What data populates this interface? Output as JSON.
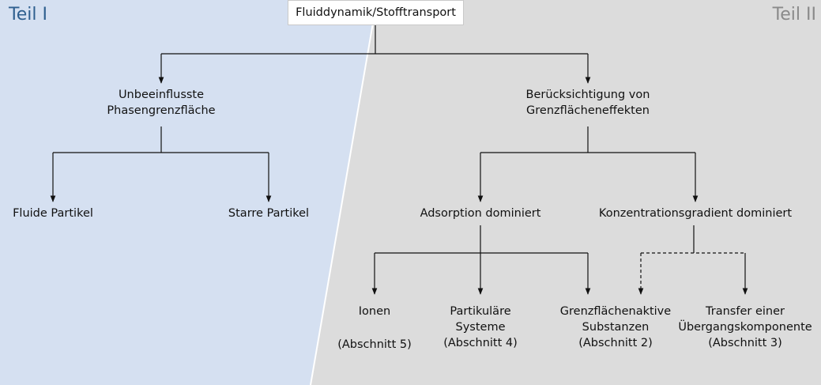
{
  "parts": {
    "left": "Teil I",
    "right": "Teil II"
  },
  "root": "Fluiddynamik/Stofftransport",
  "level1": {
    "left": [
      "Unbeeinflusste",
      "Phasengrenzfläche"
    ],
    "right": [
      "Berücksichtigung von",
      "Grenzflächeneffekten"
    ]
  },
  "level2": {
    "fluide": "Fluide Partikel",
    "starre": "Starre Partikel",
    "adsorption": "Adsorption dominiert",
    "konzentration": "Konzentrationsgradient dominiert"
  },
  "level3": {
    "ionen": {
      "name": "Ionen",
      "ref": "(Abschnitt 5)"
    },
    "partikulaere": {
      "name1": "Partikuläre",
      "name2": "Systeme",
      "ref": "(Abschnitt 4)"
    },
    "grenz": {
      "name1": "Grenzflächenaktive",
      "name2": "Substanzen",
      "ref": "(Abschnitt 2)"
    },
    "transfer": {
      "name1": "Transfer einer",
      "name2": "Übergangskomponente",
      "ref": "(Abschnitt 3)"
    }
  },
  "colors": {
    "left_bg": "#d5e0f1",
    "right_bg": "#dcdcdc",
    "teil1": "#2f5f8f",
    "teil2": "#8a8a8a",
    "line": "#111111"
  }
}
